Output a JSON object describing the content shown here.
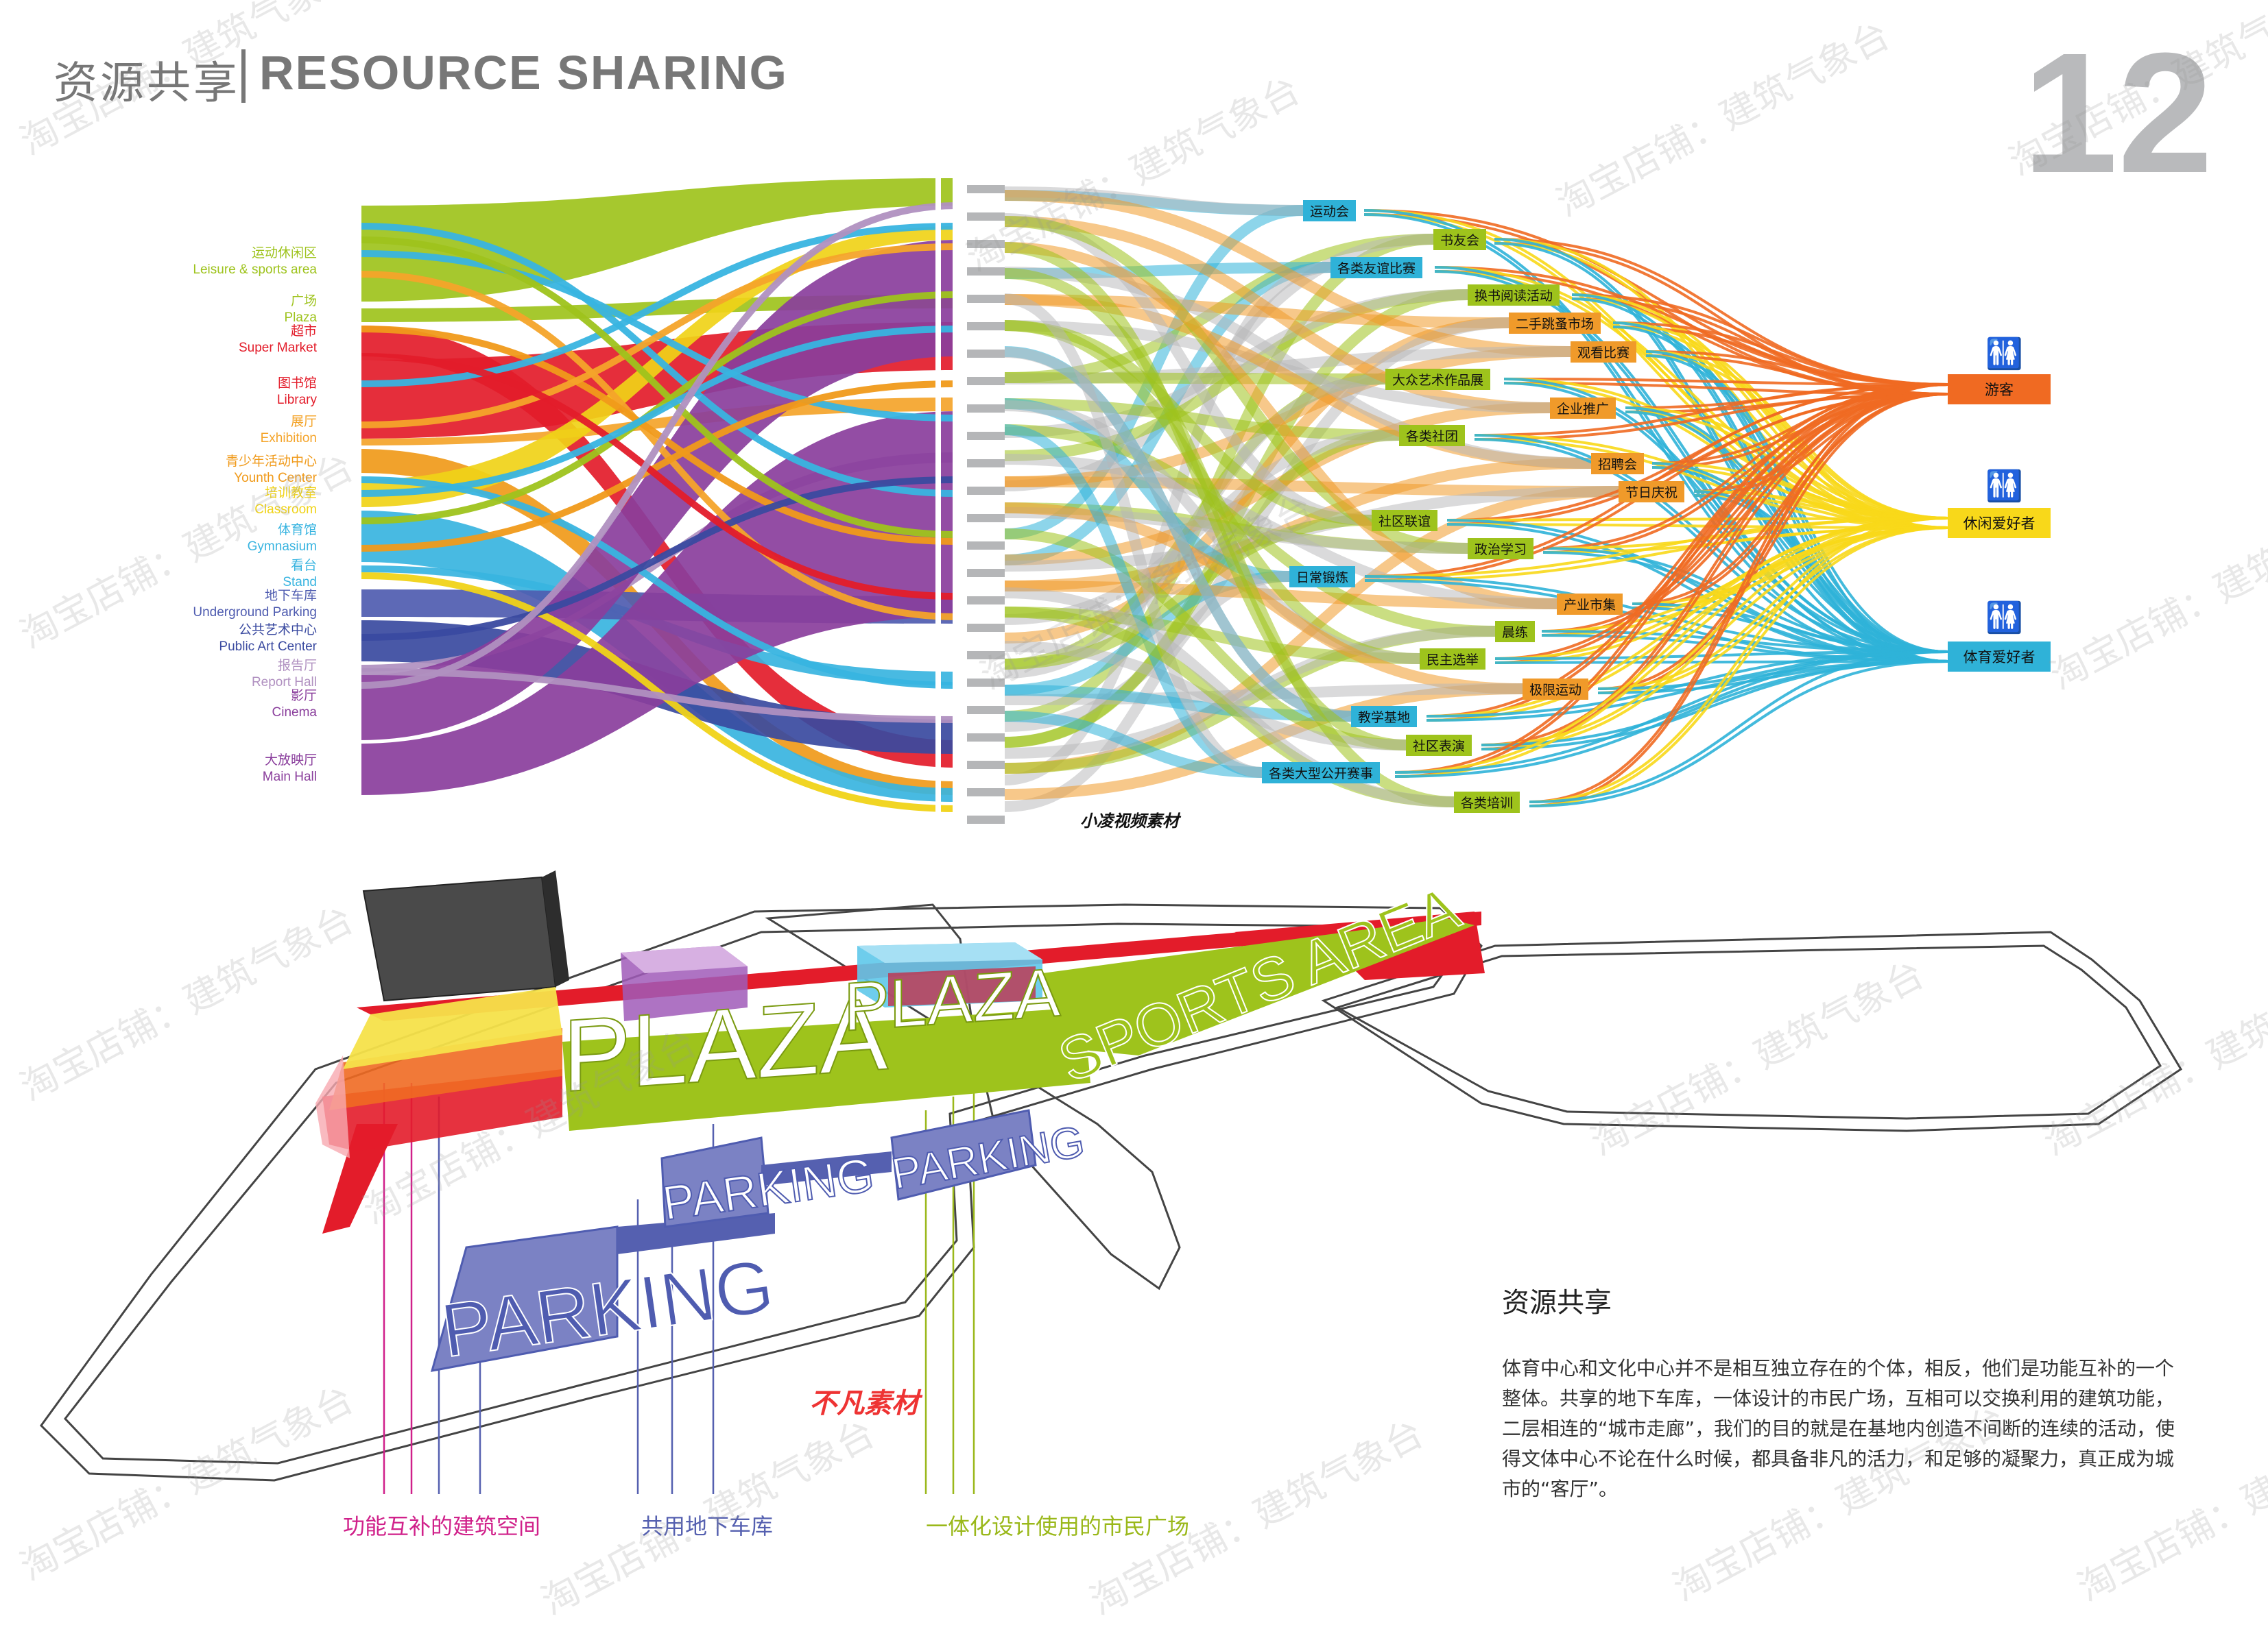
{
  "header": {
    "title_zh": "资源共享",
    "title_en": "RESOURCE SHARING",
    "page_number": "12"
  },
  "left_categories": [
    {
      "zh": "运动休闲区",
      "en": "Leisure & sports area",
      "color": "#9ec31c"
    },
    {
      "zh": "广场",
      "en": "Plaza",
      "color": "#9ec31c"
    },
    {
      "zh": "超市",
      "en": "Super Market",
      "color": "#e31c2a"
    },
    {
      "zh": "图书馆",
      "en": "Library",
      "color": "#e31c2a"
    },
    {
      "zh": "展厅",
      "en": "Exhibition",
      "color": "#f4a42a"
    },
    {
      "zh": "青少年活动中心",
      "en": "Younth Center",
      "color": "#f09a1a"
    },
    {
      "zh": "培训教室",
      "en": "Classroom",
      "color": "#f0d318"
    },
    {
      "zh": "体育馆",
      "en": "Gymnasium",
      "color": "#38b4e0"
    },
    {
      "zh": "看台",
      "en": "Stand",
      "color": "#38b4e0"
    },
    {
      "zh": "地下车库",
      "en": "Underground Parking",
      "color": "#4f5cb0"
    },
    {
      "zh": "公共艺术中心",
      "en": "Public Art Center",
      "color": "#3a4aa0"
    },
    {
      "zh": "报告厅",
      "en": "Report Hall",
      "color": "#b090c0"
    },
    {
      "zh": "影厅",
      "en": "Cinema",
      "color": "#8a3e9c"
    },
    {
      "zh": "大放映厅",
      "en": "Main Hall",
      "color": "#8a3e9c"
    }
  ],
  "activities": [
    {
      "label": "运动会",
      "color": "#2fb2d8"
    },
    {
      "label": "书友会",
      "color": "#9ec31c"
    },
    {
      "label": "各类友谊比赛",
      "color": "#2fb2d8"
    },
    {
      "label": "换书阅读活动",
      "color": "#9ec31c"
    },
    {
      "label": "二手跳蚤市场",
      "color": "#f09a2a"
    },
    {
      "label": "观看比赛",
      "color": "#f09a2a"
    },
    {
      "label": "大众艺术作品展",
      "color": "#9ec31c"
    },
    {
      "label": "企业推广",
      "color": "#f09a2a"
    },
    {
      "label": "各类社团",
      "color": "#9ec31c"
    },
    {
      "label": "招聘会",
      "color": "#f09a2a"
    },
    {
      "label": "节日庆祝",
      "color": "#f09a2a"
    },
    {
      "label": "社区联谊",
      "color": "#9ec31c"
    },
    {
      "label": "政治学习",
      "color": "#9ec31c"
    },
    {
      "label": "日常锻炼",
      "color": "#2fb2d8"
    },
    {
      "label": "产业市集",
      "color": "#f09a2a"
    },
    {
      "label": "晨练",
      "color": "#9ec31c"
    },
    {
      "label": "民主选举",
      "color": "#9ec31c"
    },
    {
      "label": "极限运动",
      "color": "#f09a2a"
    },
    {
      "label": "教学基地",
      "color": "#2fb2d8"
    },
    {
      "label": "社区表演",
      "color": "#9ec31c"
    },
    {
      "label": "各类大型公开赛事",
      "color": "#2fb2d8"
    },
    {
      "label": "各类培训",
      "color": "#9ec31c"
    }
  ],
  "audiences": [
    {
      "label": "游客",
      "color": "#f06a22"
    },
    {
      "label": "休闲爱好者",
      "color": "#f8d81a"
    },
    {
      "label": "体育爱好者",
      "color": "#2fb2d8"
    }
  ],
  "captions": {
    "flow_caption": "小凌视频素材",
    "iso_caption": "不凡素材"
  },
  "iso_labels": {
    "plaza_1": "PLAZA",
    "plaza_2": "PLAZA",
    "sports_area": "SPORTS AREA",
    "parking_1": "PARKING",
    "parking_2": "PARKING",
    "parking_3": "PARKING"
  },
  "legend": [
    {
      "label": "功能互补的建筑空间",
      "color": "#d0208a"
    },
    {
      "label": "共用地下车库",
      "color": "#5560b0"
    },
    {
      "label": "一体化设计使用的市民广场",
      "color": "#9ab81a"
    }
  ],
  "description": {
    "title": "资源共享",
    "body": "体育中心和文化中心并不是相互独立存在的个体，相反，他们是功能互补的一个整体。共享的地下车库，一体设计的市民广场，互相可以交换利用的建筑功能，二层相连的“城市走廊”，我们的目的就是在基地内创造不间断的连续的活动，使得文体中心不论在什么时候，都具备非凡的活力，和足够的凝聚力，真正成为城市的“客厅”。"
  },
  "watermark_text": "淘宝店铺：建筑气象台"
}
